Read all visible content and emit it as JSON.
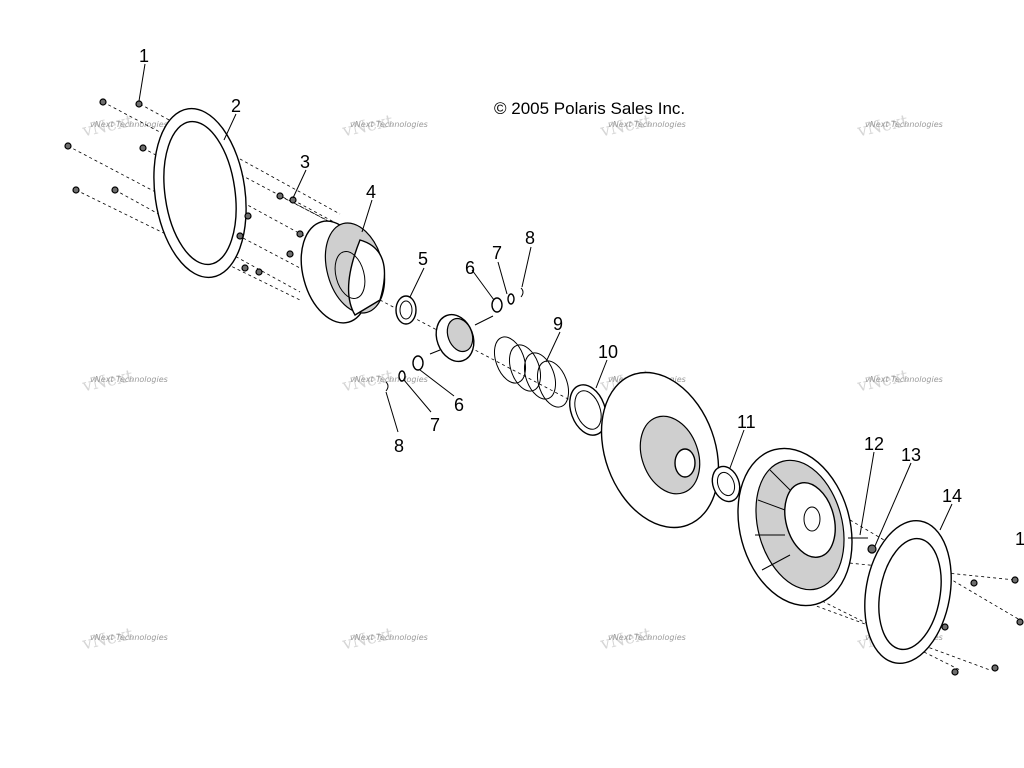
{
  "copyright": "© 2005 Polaris Sales Inc.",
  "watermark": "vNext Technologies",
  "callouts": [
    "1",
    "2",
    "3",
    "4",
    "5",
    "6",
    "7",
    "8",
    "9",
    "10",
    "11",
    "12",
    "13",
    "14",
    "6",
    "7",
    "8",
    "1"
  ]
}
